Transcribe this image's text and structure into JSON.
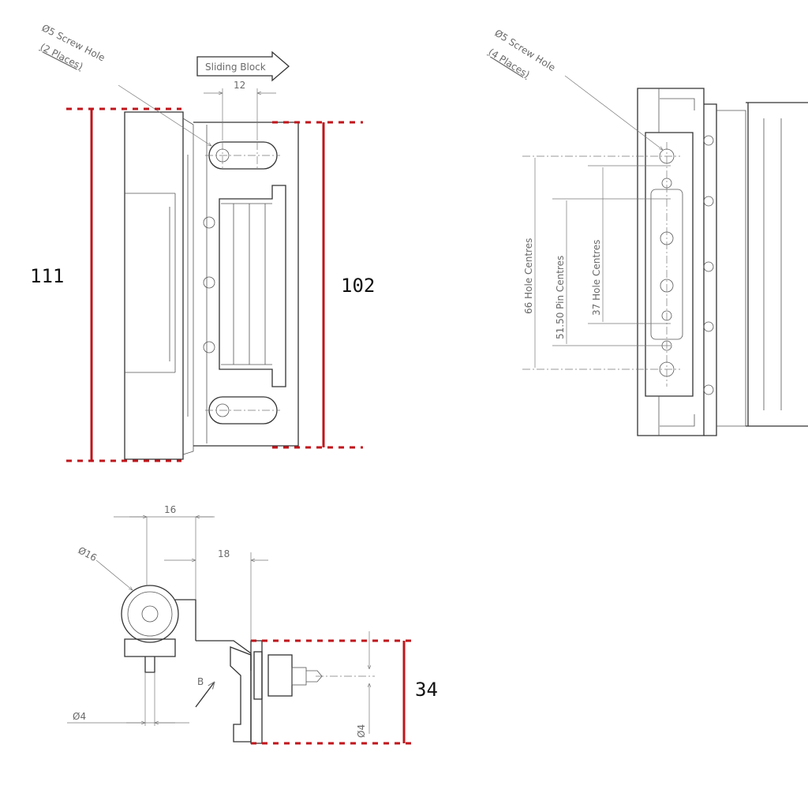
{
  "front_view": {
    "screw_hole_note_line1": "Ø5 Screw Hole",
    "screw_hole_note_line2": "(2 Places)",
    "sliding_block_label": "Sliding Block",
    "sliding_block_dim": "12",
    "height_overall": "111",
    "height_frame": "102"
  },
  "side_view": {
    "screw_hole_note_line1": "Ø5 Screw Hole",
    "screw_hole_note_line2": "(4 Places)",
    "hole_centres_66": "66 Hole Centres",
    "pin_centres": "51.50 Pin Centres",
    "hole_centres_37": "37 Hole Centres"
  },
  "plan_view": {
    "dim_16": "16",
    "dim_18": "18",
    "dia_16": "Ø16",
    "label_b": "B",
    "pin_dia_left": "Ø4",
    "pin_dia_right": "Ø4",
    "depth": "34"
  },
  "colors": {
    "highlight": "#c0141b",
    "line": "#333333",
    "annotation": "#6a6a6a"
  }
}
